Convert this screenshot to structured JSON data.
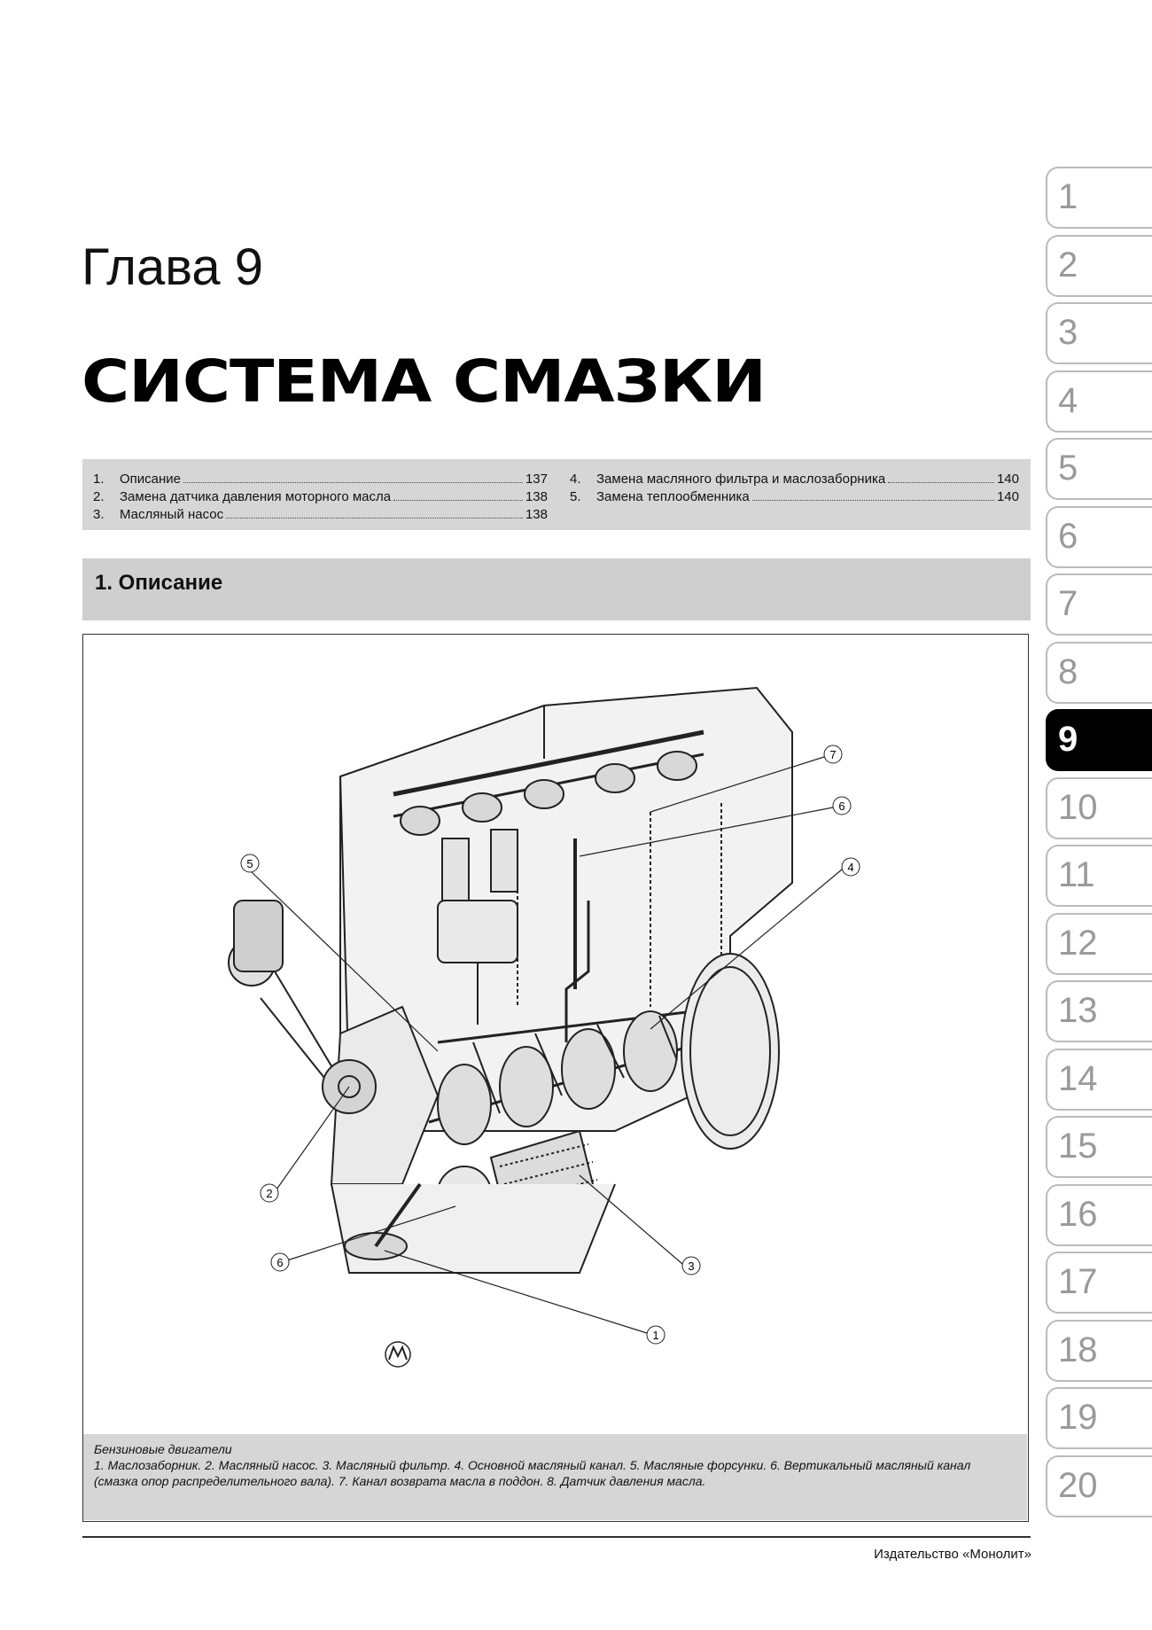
{
  "chapter": {
    "label": "Глава 9",
    "title": "СИСТЕМА СМАЗКИ"
  },
  "toc": {
    "left": [
      {
        "num": "1.",
        "text": "Описание",
        "page": "137"
      },
      {
        "num": "2.",
        "text": "Замена датчика давления моторного масла",
        "page": "138"
      },
      {
        "num": "3.",
        "text": "Масляный насос",
        "page": "138"
      }
    ],
    "right": [
      {
        "num": "4.",
        "text": "Замена масляного фильтра и маслозаборника",
        "page": "140"
      },
      {
        "num": "5.",
        "text": "Замена теплообменника",
        "page": "140"
      }
    ]
  },
  "section": {
    "title": "1. Описание"
  },
  "figure": {
    "callouts": [
      "1",
      "2",
      "3",
      "4",
      "5",
      "6",
      "6",
      "7"
    ],
    "caption_heading": "Бензиновые двигатели",
    "caption_text": "1. Маслозаборник. 2. Масляный насос. 3. Масляный фильтр. 4. Основной масляный канал. 5. Масляные форсунки. 6. Вертикальный масляный канал (смазка опор распределительного вала). 7. Канал возврата масла в поддон. 8. Датчик давления масла."
  },
  "footer": {
    "publisher": "Издательство «Монолит»"
  },
  "tabs": {
    "items": [
      "1",
      "2",
      "3",
      "4",
      "5",
      "6",
      "7",
      "8",
      "9",
      "10",
      "11",
      "12",
      "13",
      "14",
      "15",
      "16",
      "17",
      "18",
      "19",
      "20"
    ],
    "active": "9"
  }
}
